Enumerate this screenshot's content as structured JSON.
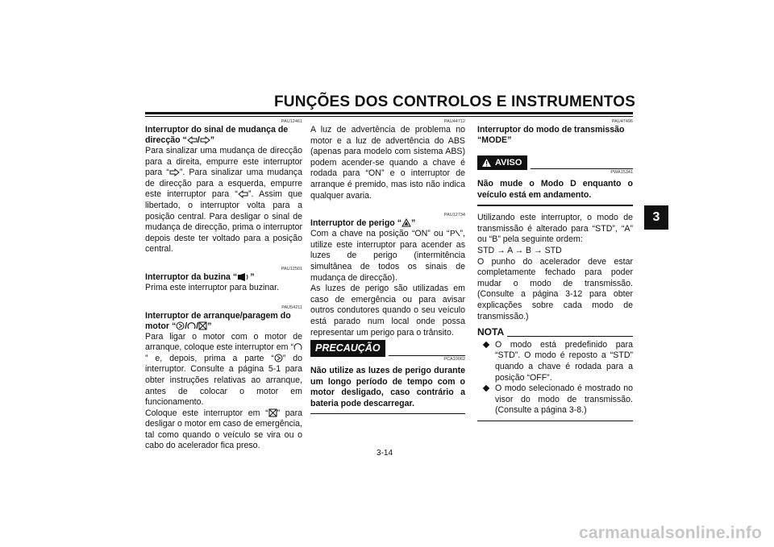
{
  "header": {
    "title": "FUNÇÕES DOS CONTROLOS E INSTRUMENTOS",
    "chapter": "3"
  },
  "col1": {
    "s1": {
      "code": "PAU12461",
      "title_a": "Interruptor do sinal de mudança de",
      "title_b1": "direcção “",
      "title_b2": "/",
      "title_b3": "”",
      "t1": "Para sinalizar uma mudança de direcção para a direita, empurre este interruptor para “",
      "t2": "”. Para sinalizar uma mudança de direcção para a esquerda, empurre este interruptor para “",
      "t3": "”. Assim que libertado, o interruptor volta para a posição central. Para desligar o sinal de mudança de direcção, prima o interruptor depois deste ter voltado para a posição central."
    },
    "s2": {
      "code": "PAU12501",
      "title_a": "Interruptor da buzina “",
      "title_b": "”",
      "body": "Prima este interruptor para buzinar."
    },
    "s3": {
      "code": "PAU54211",
      "title_a": "Interruptor de arranque/paragem do",
      "title_b1": "motor “",
      "title_b2": "/",
      "title_b3": "/",
      "title_b4": "”",
      "t1": "Para ligar o motor com o motor de arranque, coloque este interruptor em “",
      "t2": "” e, depois, prima a parte “",
      "t3": "” do interruptor. Consulte a página 5-1 para obter instruções relativas ao arranque, antes de colocar o motor em funcionamento.",
      "t4": "Coloque este interruptor em “",
      "t5": "” para desligar o motor em caso de emergência, tal como quando o veículo se vira ou o cabo do acelerador fica preso."
    }
  },
  "col2": {
    "s1": {
      "code": "PAU44712",
      "body": "A luz de advertência de problema no motor e a luz de advertência do ABS (apenas para modelo com sistema ABS) podem acender-se quando a chave é rodada para “ON” e o interruptor de arranque é premido, mas isto não indica qualquer avaria."
    },
    "s2": {
      "code": "PAU12734",
      "title_a": "Interruptor de perigo “",
      "title_b": "”",
      "t1": "Com a chave na posição “ON” ou “",
      "t2": "”, utilize este interruptor para acender as luzes de perigo (intermitência simultânea de todos os sinais de mudança de direcção).",
      "t3": "As luzes de perigo são utilizadas em caso de emergência ou para avisar outros condutores quando o seu veículo está parado num local onde possa representar um perigo para o trânsito."
    },
    "caution": {
      "label": "PRECAUÇÃO",
      "code": "PCA10062",
      "body": "Não utilize as luzes de perigo durante um longo período de tempo com o motor desligado, caso contrário a bateria pode descarregar."
    }
  },
  "col3": {
    "s1": {
      "code": "PAU47496",
      "title_a": "Interruptor do modo de transmissão",
      "title_b": "“MODE”"
    },
    "warning": {
      "label": "AVISO",
      "code": "PWA15341",
      "body": "Não mude o Modo D enquanto o veículo está em andamento."
    },
    "body1": "Utilizando este interruptor, o modo de transmissão é alterado para “STD”, “A” ou “B” pela seguinte ordem:",
    "sequence": "STD → A → B → STD",
    "body2": "O punho do acelerador deve estar completamente fechado para poder mudar o modo de transmissão. (Consulte a página 3-12 para obter explicações sobre cada modo de transmissão.)",
    "nota": {
      "label": "NOTA",
      "items": [
        "O modo está predefinido para “STD”. O modo é reposto a “STD” quando a chave é rodada para a posição “OFF”.",
        "O modo selecionado é mostrado no visor do modo de transmissão. (Consulte a página 3-8.)"
      ]
    }
  },
  "footer": {
    "page": "3-14",
    "watermark": "carmanualsonline.info"
  }
}
